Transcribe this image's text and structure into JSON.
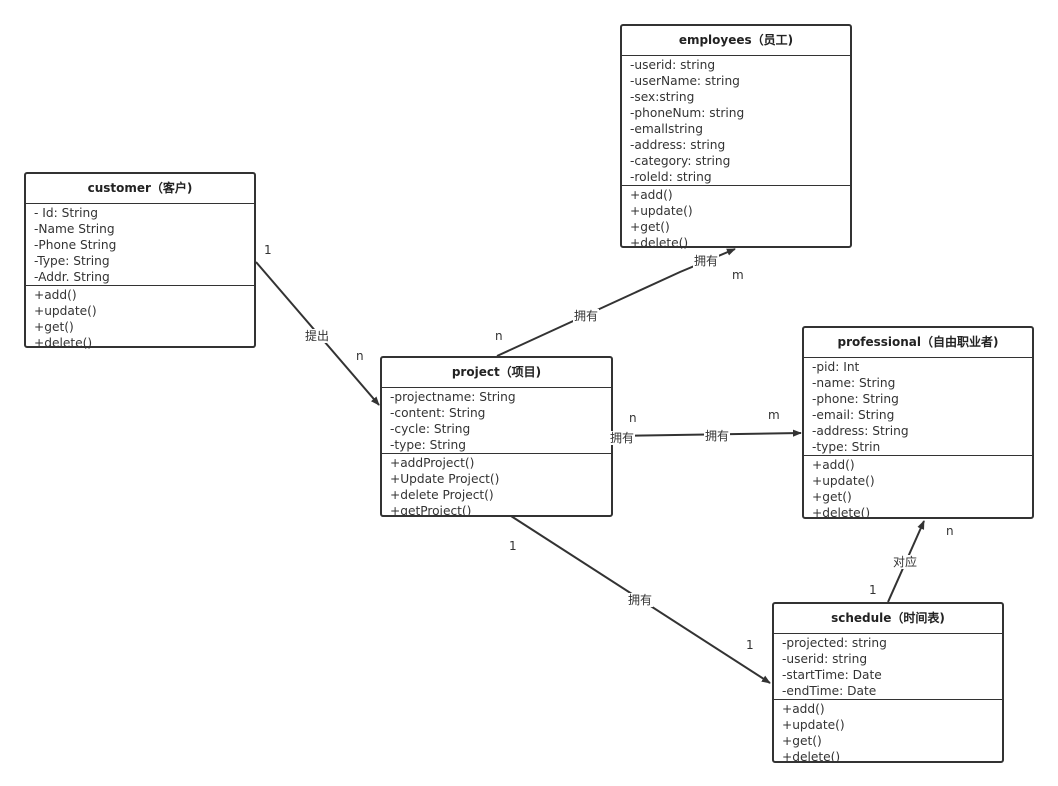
{
  "classes": {
    "customer": {
      "title": "customer（客户)",
      "attributes": [
        "- Id: String",
        "-Name String",
        "-Phone String",
        "-Type: String",
        "-Addr. String"
      ],
      "operations": [
        "+add()",
        "+update()",
        "+get()",
        "+delete()"
      ]
    },
    "employees": {
      "title": "employees（员工)",
      "attributes": [
        "-userid: string",
        "-userName: string",
        "-sex:string",
        "-phoneNum: string",
        "-emallstring",
        "-address: string",
        "-category: string",
        "-roleld: string"
      ],
      "operations": [
        "+add()",
        "+update()",
        "+get()",
        "+delete()"
      ]
    },
    "project": {
      "title": "project（项目)",
      "attributes": [
        "-projectname: String",
        "-content: String",
        "-cycle: String",
        "-type: String"
      ],
      "operations": [
        "+addProject()",
        "+Update Project()",
        "+delete Project()",
        "+getProject()"
      ]
    },
    "professional": {
      "title": "professional（自由职业者)",
      "attributes": [
        "-pid: Int",
        "-name: String",
        "-phone: String",
        "-email: String",
        "-address: String",
        "-type: Strin"
      ],
      "operations": [
        "+add()",
        "+update()",
        "+get()",
        "+delete()"
      ]
    },
    "schedule": {
      "title": "schedule（时间表)",
      "attributes": [
        "-projected: string",
        "-userid: string",
        "-startTime: Date",
        "-endTime: Date"
      ],
      "operations": [
        "+add()",
        "+update()",
        "+get()",
        "+delete()"
      ]
    }
  },
  "relations": {
    "customer_project": {
      "label": "提出",
      "source_mult": "1",
      "target_mult": "n"
    },
    "project_employees": {
      "label": "拥有",
      "label_end": "拥有",
      "source_mult": "n",
      "target_mult": "m"
    },
    "project_professional": {
      "label": "拥有",
      "label_start": "拥有",
      "source_mult": "n",
      "target_mult": "m"
    },
    "project_schedule": {
      "label": "拥有",
      "source_mult": "1",
      "target_mult": "1"
    },
    "schedule_professional": {
      "label": "对应",
      "source_mult": "1",
      "target_mult": "n"
    }
  },
  "colors": {
    "stroke": "#333333",
    "text": "#333333",
    "background": "#ffffff"
  }
}
